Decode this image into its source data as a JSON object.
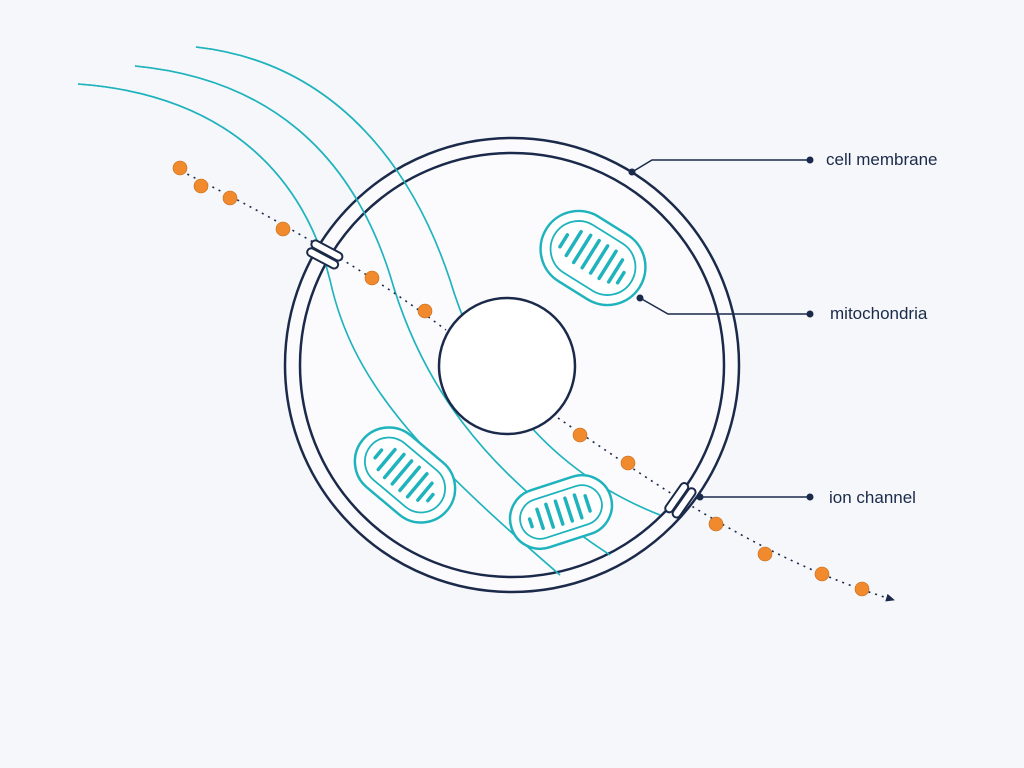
{
  "labels": {
    "membrane": "cell membrane",
    "mitochondria": "mitochondria",
    "ion_channel": "ion channel"
  },
  "colors": {
    "background": "#f5f7fa",
    "outline": "#1b2a4a",
    "organelle": "#1fb3bd",
    "ion": "#f08a2c"
  }
}
